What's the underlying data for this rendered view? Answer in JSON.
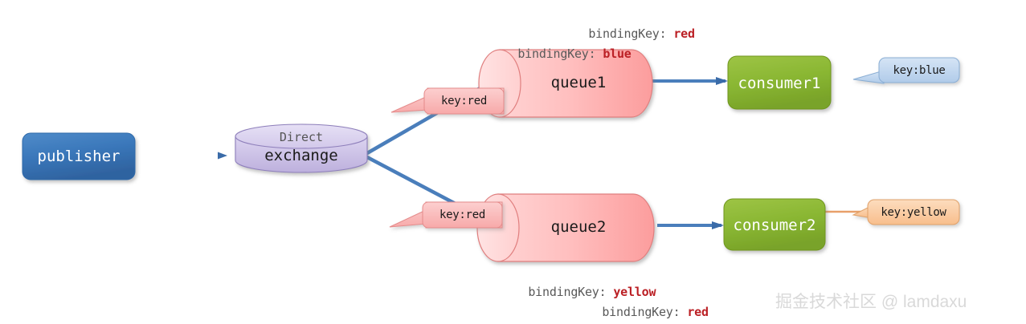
{
  "diagram": {
    "title": "RabbitMQ Direct Exchange routing diagram",
    "watermark": "掘金技术社区 @ lamdaxu",
    "colors": {
      "connector_blue": "#4a7ebb",
      "publisher_blue": "#3b76b8",
      "exchange_purple": "#c9bfe4",
      "queue_pink": "#ffbdbd",
      "consumer_green": "#8cba35",
      "callout_blue": "#bcd3ee",
      "callout_pink": "#f9b8b8",
      "callout_orange": "#fac9a0",
      "keyword_red": "#bb2025",
      "label_gray": "#595959",
      "watermark_gray": "#d9d9d9"
    }
  },
  "nodes": {
    "publisher": {
      "label": "publisher"
    },
    "exchange": {
      "type_label": "Direct",
      "label": "exchange"
    },
    "queue1": {
      "label": "queue1"
    },
    "queue2": {
      "label": "queue2"
    },
    "consumer1": {
      "label": "consumer1"
    },
    "consumer2": {
      "label": "consumer2"
    }
  },
  "callouts": {
    "queue1_route": {
      "label": "key:red"
    },
    "queue2_route": {
      "label": "key:red"
    },
    "consumer1_key": {
      "label": "key:blue"
    },
    "consumer2_key": {
      "label": "key:yellow"
    }
  },
  "binding_keys": {
    "queue1": [
      {
        "prefix": "bindingKey: ",
        "value": "red"
      },
      {
        "prefix": "bindingKey: ",
        "value": "blue"
      }
    ],
    "queue2": [
      {
        "prefix": "bindingKey: ",
        "value": "yellow"
      },
      {
        "prefix": "bindingKey: ",
        "value": "red"
      }
    ]
  },
  "edges": [
    {
      "from": "publisher",
      "to": "exchange"
    },
    {
      "from": "exchange",
      "to": "queue1"
    },
    {
      "from": "exchange",
      "to": "queue2"
    },
    {
      "from": "queue1",
      "to": "consumer1"
    },
    {
      "from": "queue2",
      "to": "consumer2"
    }
  ]
}
